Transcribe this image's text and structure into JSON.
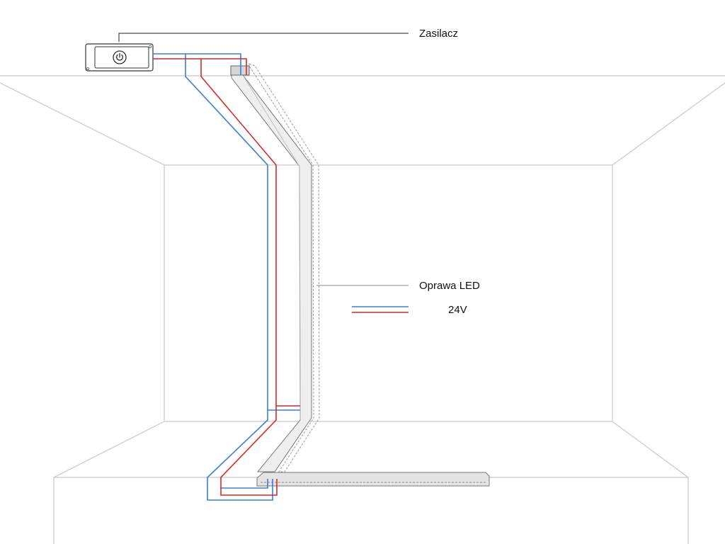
{
  "labels": {
    "power_supply": "Zasilacz",
    "led_fixture": "Oprawa LED",
    "voltage": "24V"
  },
  "icons": {
    "power_button": "power-icon"
  },
  "colors": {
    "wire_negative": "#3a7ddb",
    "wire_positive": "#d42a2a",
    "room_lines": "#c8c8c8",
    "fixture_fill": "#e6e6e6",
    "fixture_stroke": "#888888",
    "leader_line": "#222222"
  }
}
